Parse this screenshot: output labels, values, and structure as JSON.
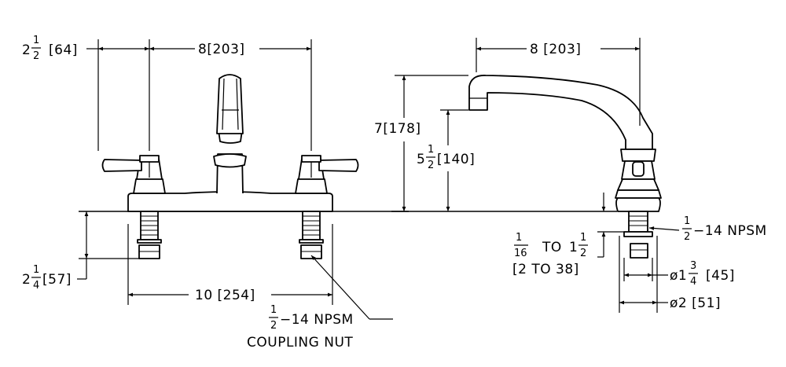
{
  "front_view": {
    "dim_handle_offset": {
      "whole": "2",
      "num": "1",
      "den": "2",
      "metric": "[64]"
    },
    "dim_spout_to_handle": "8[203]",
    "dim_shank_length": {
      "whole": "2",
      "num": "1",
      "den": "4",
      "metric": "[57]"
    },
    "dim_centers": "10 [254]",
    "callout_thread": {
      "num": "1",
      "den": "2",
      "text": "−14 NPSM"
    },
    "callout_nut": "COUPLING NUT"
  },
  "side_view": {
    "dim_spout_reach": "8 [203]",
    "dim_height": "7[178]",
    "dim_spout_clearance": {
      "whole": "5",
      "num": "1",
      "den": "2",
      "metric": "[140]"
    },
    "dim_thread": {
      "num": "1",
      "den": "2",
      "text": "−14 NPSM"
    },
    "dim_deck_min": {
      "num": "1",
      "den": "16"
    },
    "dim_deck_to": "TO",
    "dim_deck_max": {
      "whole": "1",
      "num": "1",
      "den": "2"
    },
    "dim_deck_metric": "[2 TO 38]",
    "dim_shank_dia": {
      "prefix": "ø1",
      "num": "3",
      "den": "4",
      "metric": "[45]"
    },
    "dim_flange_dia": "ø2 [51]"
  }
}
